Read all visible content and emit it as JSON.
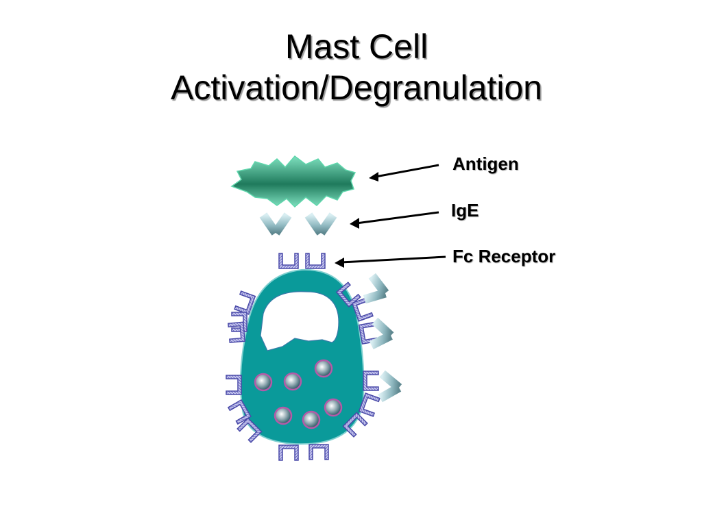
{
  "slide": {
    "title_line1": "Mast Cell",
    "title_line2": "Activation/Degranulation"
  },
  "labels": {
    "antigen": "Antigen",
    "ige": "IgE",
    "fc_receptor": "Fc Receptor"
  },
  "colors": {
    "cell_fill": "#0a9a9a",
    "antigen_fill": "#2e9e7a",
    "receptor_fill": "#a8a8dc",
    "receptor_stroke": "#4a4aa8",
    "ige_fill": "#a9cfd6",
    "granule_ring": "#b55aa8"
  }
}
